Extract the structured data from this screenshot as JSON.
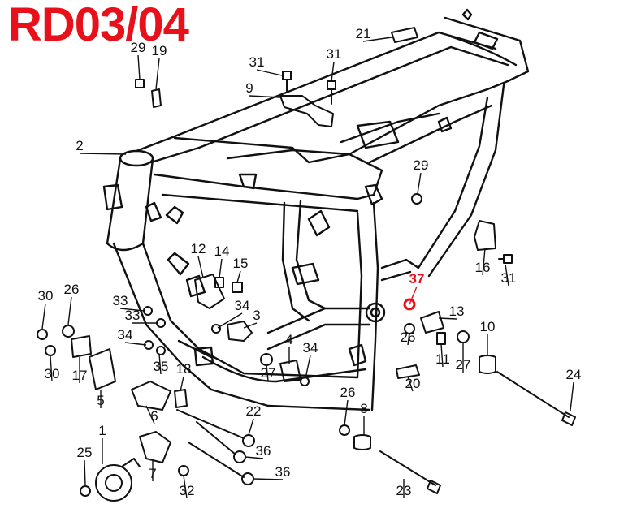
{
  "model_code": "RD03/04",
  "colors": {
    "title": "#e8101a",
    "highlight": "#e8101a",
    "line": "#111111",
    "label": "#111111"
  },
  "callouts": [
    {
      "label": "1"
    },
    {
      "label": "2"
    },
    {
      "label": "3"
    },
    {
      "label": "4"
    },
    {
      "label": "5"
    },
    {
      "label": "6"
    },
    {
      "label": "7"
    },
    {
      "label": "8"
    },
    {
      "label": "9"
    },
    {
      "label": "10"
    },
    {
      "label": "11"
    },
    {
      "label": "12"
    },
    {
      "label": "13"
    },
    {
      "label": "14"
    },
    {
      "label": "15"
    },
    {
      "label": "16"
    },
    {
      "label": "17"
    },
    {
      "label": "18"
    },
    {
      "label": "19"
    },
    {
      "label": "20"
    },
    {
      "label": "21"
    },
    {
      "label": "22"
    },
    {
      "label": "23"
    },
    {
      "label": "24"
    },
    {
      "label": "25"
    },
    {
      "label": "26"
    },
    {
      "label": "26"
    },
    {
      "label": "26"
    },
    {
      "label": "27"
    },
    {
      "label": "27"
    },
    {
      "label": "29"
    },
    {
      "label": "29"
    },
    {
      "label": "30"
    },
    {
      "label": "30"
    },
    {
      "label": "31"
    },
    {
      "label": "31"
    },
    {
      "label": "31"
    },
    {
      "label": "32"
    },
    {
      "label": "33"
    },
    {
      "label": "33"
    },
    {
      "label": "34"
    },
    {
      "label": "34"
    },
    {
      "label": "34"
    },
    {
      "label": "35"
    },
    {
      "label": "36"
    },
    {
      "label": "36"
    },
    {
      "label": "37",
      "highlight": true
    }
  ]
}
